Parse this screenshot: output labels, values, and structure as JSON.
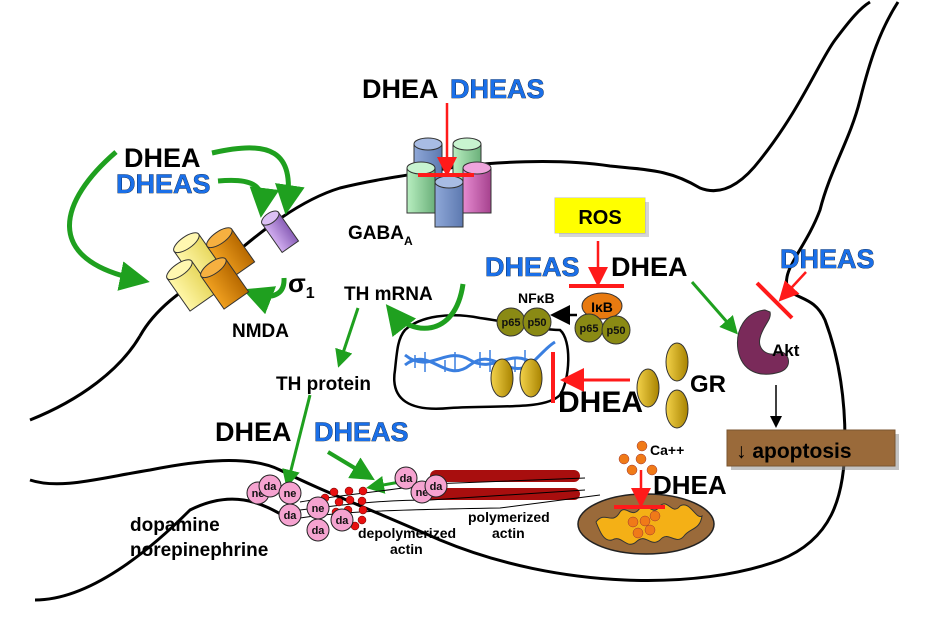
{
  "title": "DHEA / DHEAS actions on a neuron",
  "labels": {
    "dhea_top_left": "DHEA",
    "dheas_top_left": "DHEAS",
    "dhea_gaba": "DHEA",
    "dheas_gaba": "DHEAS",
    "gaba": "GABA",
    "gaba_sub": "A",
    "sigma": "σ",
    "sigma_sub": "1",
    "nmda": "NMDA",
    "ros": "ROS",
    "dheas_nfkb": "DHEAS",
    "dhea_nfkb": "DHEA",
    "nfkb": "NFκB",
    "ikb": "IκB",
    "p65": "p65",
    "p50": "p50",
    "th_mrna": "TH mRNA",
    "th_protein": "TH protein",
    "gr": "GR",
    "dhea_gr": "DHEA",
    "dheas_akt": "DHEAS",
    "akt": "Akt",
    "apoptosis": "↓ apoptosis",
    "dhea_actin": "DHEA",
    "dheas_actin": "DHEAS",
    "ca": "Ca++",
    "dhea_mito": "DHEA",
    "dopamine": "dopamine",
    "norepinephrine": "norepinephrine",
    "depolymerized": "depolymerized",
    "depolymerized_2": "actin",
    "polymerized": "polymerized",
    "polymerized_2": "actin",
    "ne": "ne",
    "da": "da"
  },
  "colors": {
    "activation_arrow": "#1fa01f",
    "inhibition": "#ff1a1a",
    "dheas_text": "#1a6fe8",
    "ros_box": "#ffff00",
    "apoptosis_box": "#9a6a3a",
    "akt": "#7a2a5a",
    "mitochondrion": "#9a6a3a",
    "gr_ellipse": "#d4aa00"
  }
}
